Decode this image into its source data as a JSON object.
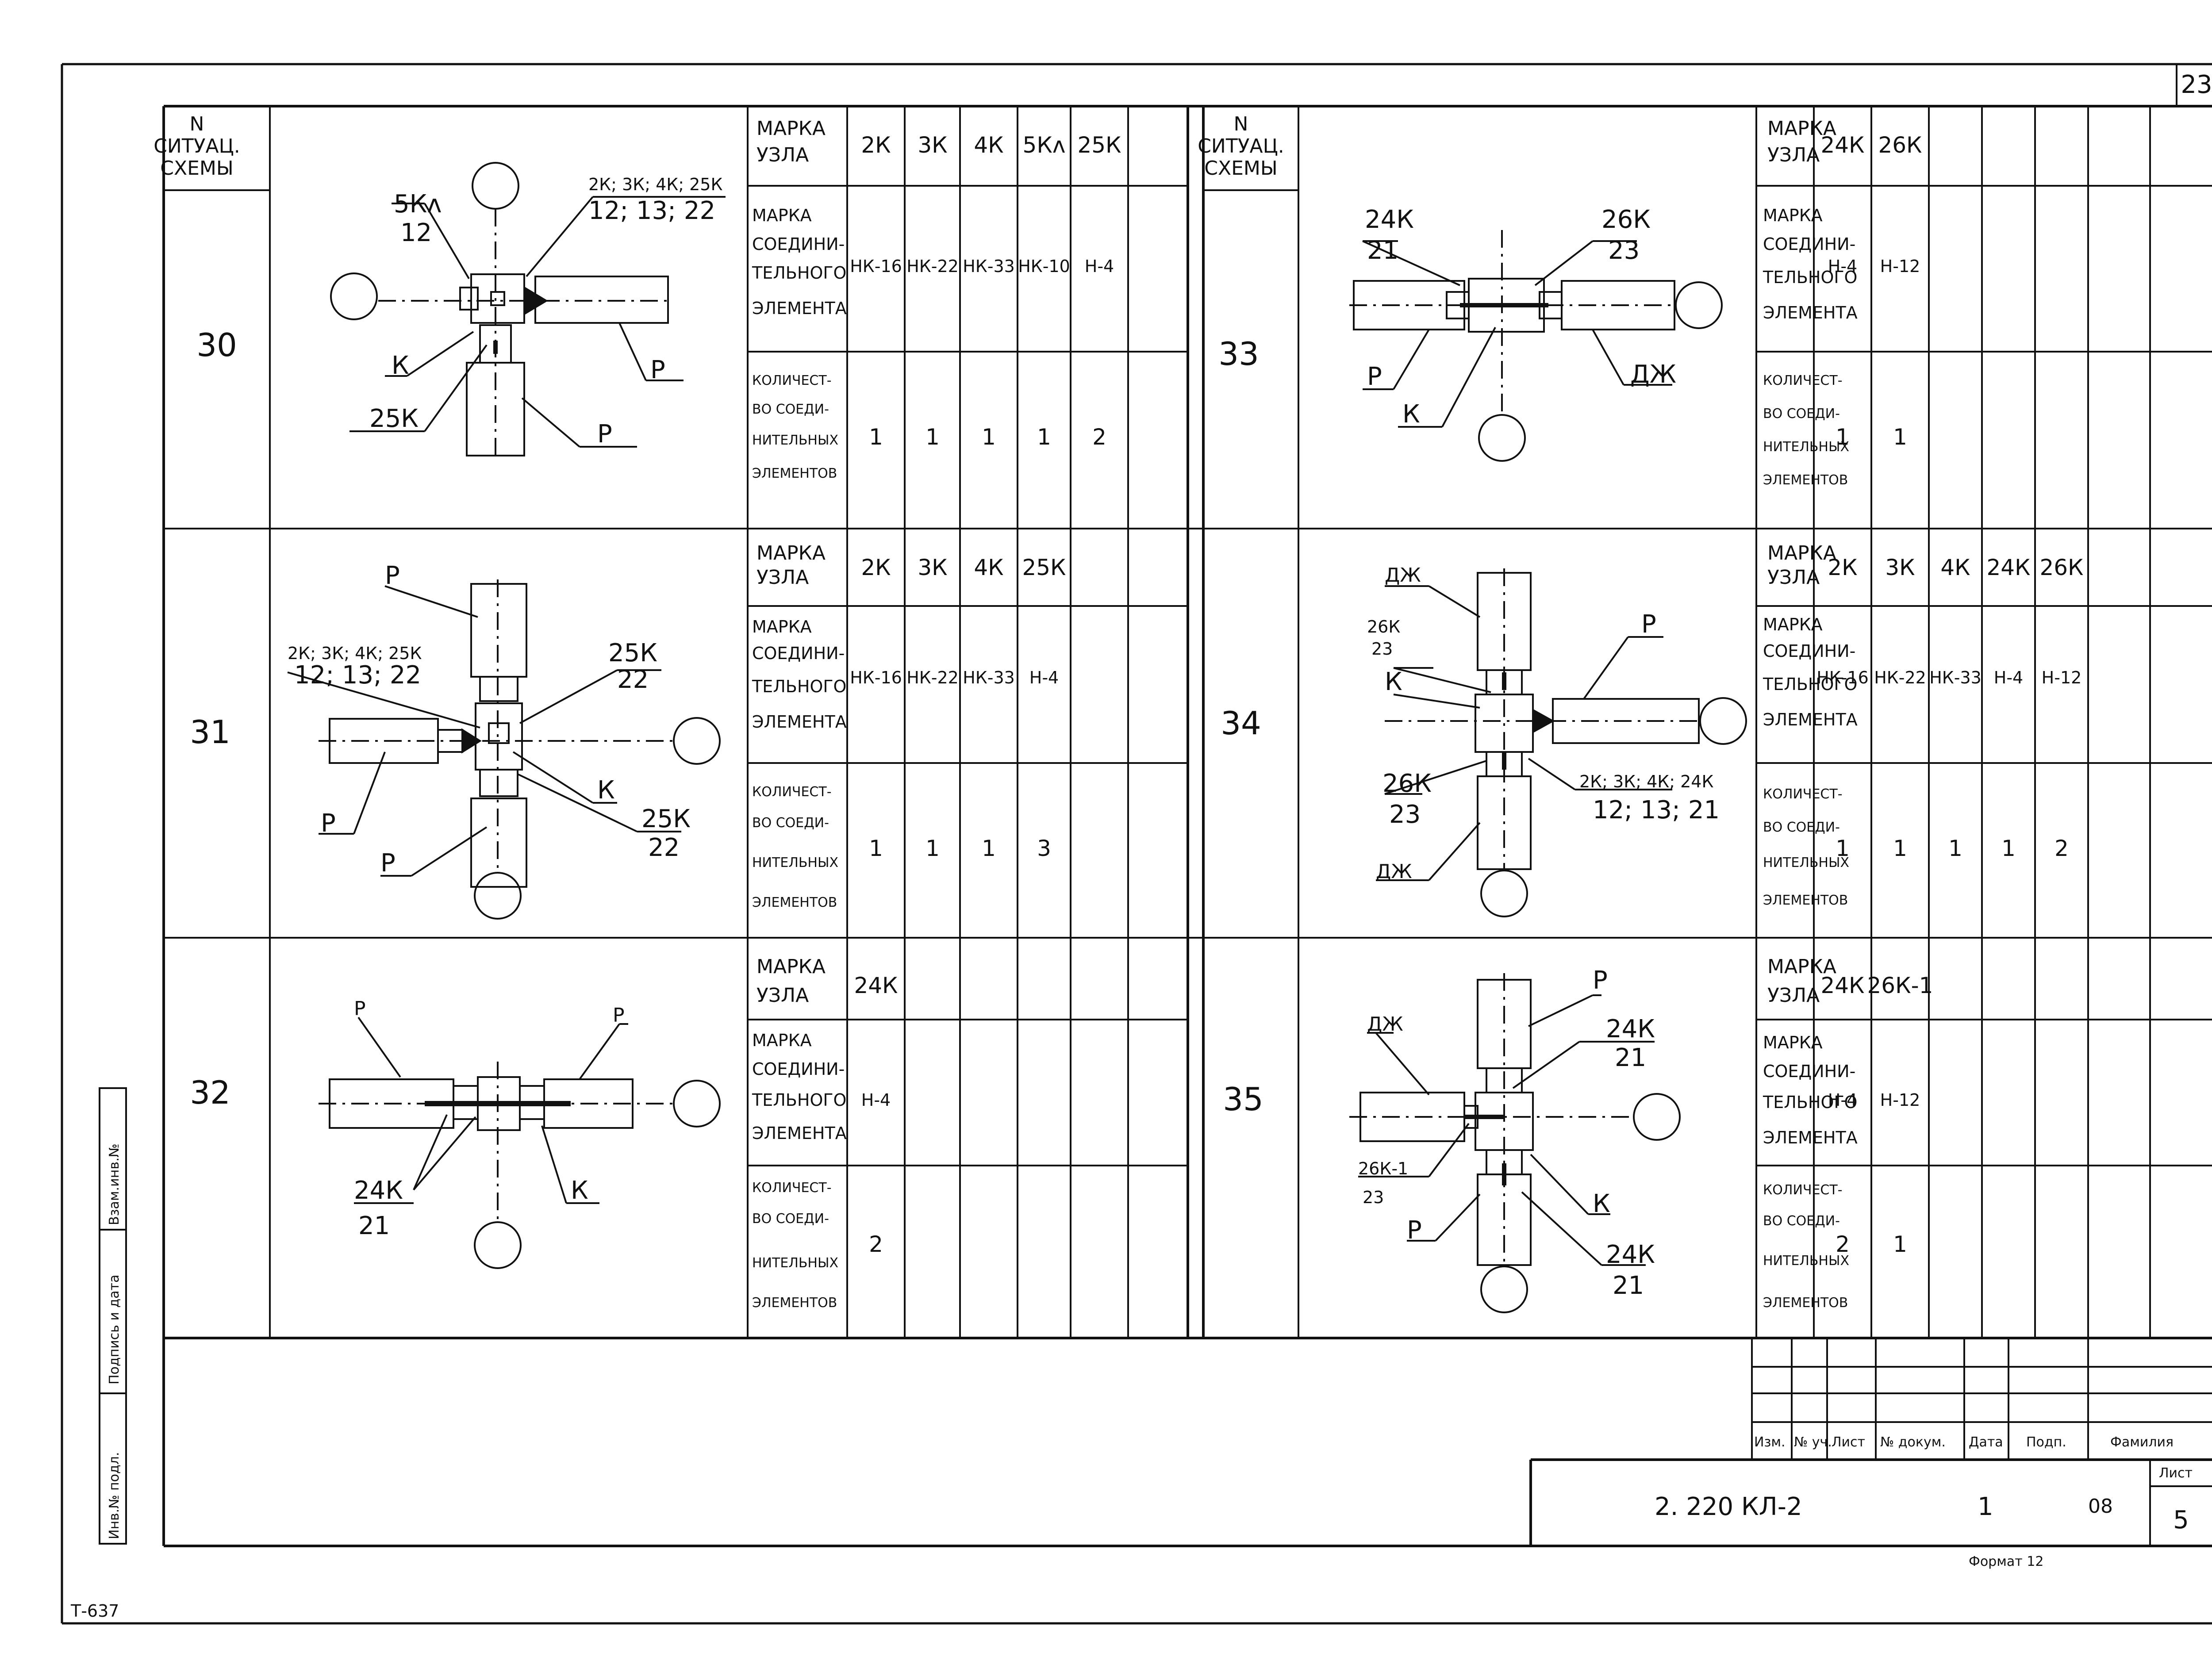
{
  "page_number": "23",
  "corner_code": "Т-637",
  "col_head_situation": [
    "N",
    "СИТУАЦ.",
    "СХЕМЫ"
  ],
  "row_label_mark": [
    "МАРКА",
    "УЗЛА"
  ],
  "row_label_element": [
    "МАРКА",
    "СОЕДИНИ-",
    "ТЕЛЬНОГО",
    "ЭЛЕМЕНТА"
  ],
  "row_label_count": [
    "КОЛИЧЕСТ-",
    "ВО СОЕДИ-",
    "НИТЕЛЬНЫХ",
    "ЭЛЕМЕНТОВ"
  ],
  "rows": [
    {
      "num": "30",
      "marks": [
        "2К",
        "3К",
        "4К",
        "5Кʌ",
        "25К"
      ],
      "elements": [
        "НК-16",
        "НК-22",
        "НК-33",
        "НК-10",
        "Н-4"
      ],
      "counts": [
        "1",
        "1",
        "1",
        "1",
        "2"
      ],
      "labels": {
        "top_left": "5Кʌ",
        "top_left_sub": "12",
        "top_right": "2К; 3К; 4К; 25К",
        "top_right_sub": "12; 13; 22",
        "k": "К",
        "p1": "Р",
        "bottom": "25К",
        "p2": "Р"
      }
    },
    {
      "num": "31",
      "marks": [
        "2К",
        "3К",
        "4К",
        "25К"
      ],
      "elements": [
        "НК-16",
        "НК-22",
        "НК-33",
        "Н-4"
      ],
      "counts": [
        "1",
        "1",
        "1",
        "3"
      ],
      "labels": {
        "p_top": "Р",
        "top_left": "2К; 3К; 4К; 25К",
        "top_left_sub": "12; 13; 22",
        "top_right": "25К",
        "top_right_sub": "22",
        "p_left": "Р",
        "k": "К",
        "bottom_right": "25К",
        "bottom_right_sub": "22",
        "p_bottom": "Р"
      }
    },
    {
      "num": "32",
      "marks": [
        "24К"
      ],
      "elements": [
        "Н-4"
      ],
      "counts": [
        "2"
      ],
      "labels": {
        "p_left": "Р",
        "p_right": "Р",
        "bottom": "24К",
        "bottom_sub": "21",
        "k": "К"
      }
    },
    {
      "num": "33",
      "marks": [
        "24К",
        "26К"
      ],
      "elements": [
        "Н-4",
        "Н-12"
      ],
      "counts": [
        "1",
        "1"
      ],
      "labels": {
        "top_left": "24К",
        "top_left_sub": "21",
        "top_right": "26К",
        "top_right_sub": "23",
        "p": "Р",
        "k": "К",
        "dzh": "ДЖ"
      }
    },
    {
      "num": "34",
      "marks": [
        "2К",
        "3К",
        "4К",
        "24К",
        "26К"
      ],
      "elements": [
        "НК-16",
        "НК-22",
        "НК-33",
        "Н-4",
        "Н-12"
      ],
      "counts": [
        "1",
        "1",
        "1",
        "1",
        "2"
      ],
      "labels": {
        "dzh_top": "ДЖ",
        "top": "26К",
        "top_sub": "23",
        "k": "К",
        "p": "Р",
        "bottom_left": "26К",
        "bottom_left_sub": "23",
        "bottom_right": "2К; 3К; 4К; 24К",
        "bottom_right_sub": "12; 13; 21",
        "dzh_bottom": "ДЖ"
      }
    },
    {
      "num": "35",
      "marks": [
        "24К",
        "26К-1"
      ],
      "elements": [
        "Н-4",
        "Н-12"
      ],
      "counts": [
        "2",
        "1"
      ],
      "labels": {
        "dzh": "ДЖ",
        "p_top": "Р",
        "top_right": "24К",
        "top_right_sub": "21",
        "left": "26К-1",
        "left_sub": "23",
        "p_bottom": "Р",
        "k": "К",
        "bottom_right": "24К",
        "bottom_right_sub": "21"
      }
    }
  ],
  "side_stamp": [
    "Инв.№ подл.",
    "Подпись и дата",
    "Взам.инв.№"
  ],
  "title_block": {
    "headers": [
      "Изм.",
      "№ уч.",
      "Лист",
      "№ докум.",
      "Дата",
      "Подп.",
      "Фамилия"
    ],
    "designation": "2. 220 КЛ-2",
    "issue": "1",
    "sheet_label": "Лист",
    "extra": "08",
    "sheet_no": "5",
    "format": "Формат 12"
  }
}
